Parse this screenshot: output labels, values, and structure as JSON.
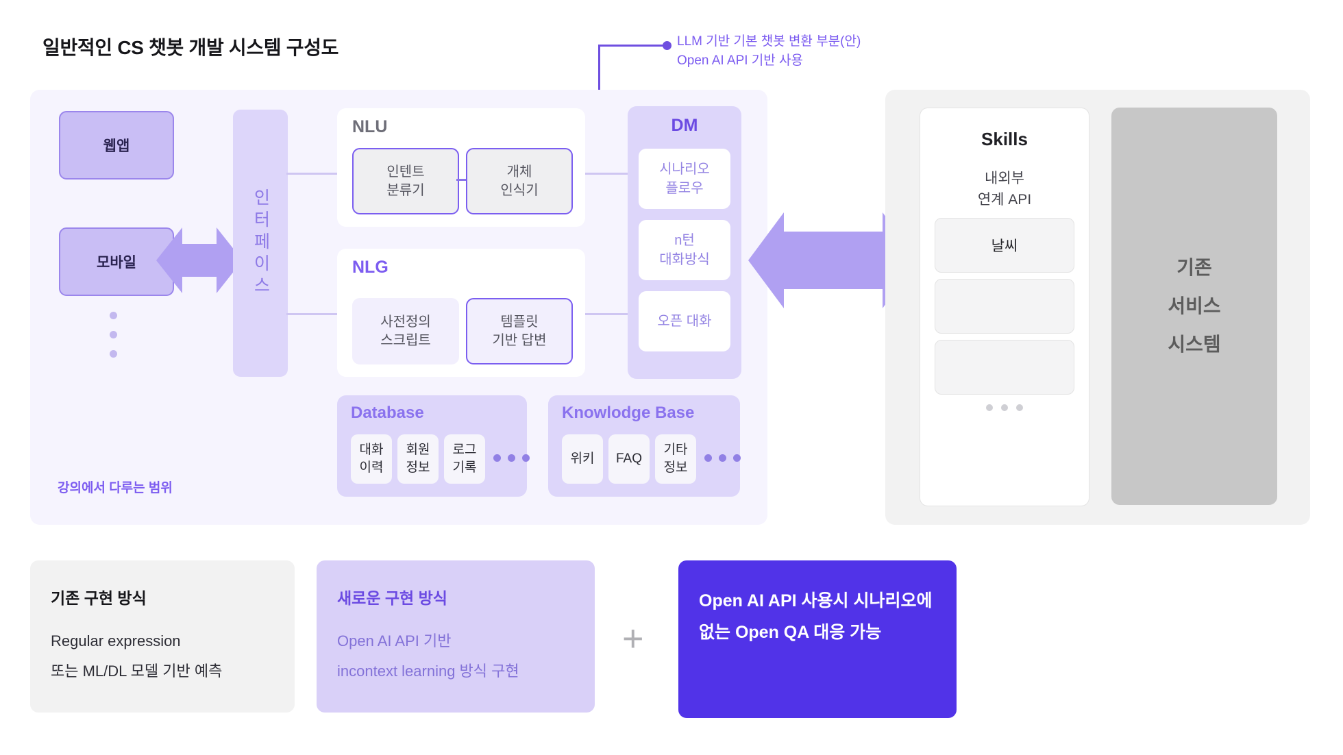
{
  "title": "일반적인 CS 챗봇 개발 시스템 구성도",
  "callout": {
    "text": "LLM 기반 기본 챗봇 변환 부분(안)\nOpen AI API 기반 사용",
    "accent": "#6f4fe0"
  },
  "scope": {
    "label": "강의에서 다루는 범위"
  },
  "clients": {
    "items": [
      {
        "label": "웹앱"
      },
      {
        "label": "모바일"
      }
    ],
    "more": "…"
  },
  "interface": {
    "label": "인터페이스"
  },
  "nlu": {
    "title": "NLU",
    "units": [
      {
        "label": "인텐트\n분류기"
      },
      {
        "label": "개체\n인식기"
      }
    ]
  },
  "nlg": {
    "title": "NLG",
    "units": [
      {
        "label": "사전정의\n스크립트"
      },
      {
        "label": "템플릿\n기반 답변"
      }
    ]
  },
  "dm": {
    "title": "DM",
    "items": [
      {
        "label": "시나리오\n플로우"
      },
      {
        "label": "n턴\n대화방식"
      },
      {
        "label": "오픈 대화"
      }
    ]
  },
  "database": {
    "title": "Database",
    "chips": [
      {
        "label": "대화\n이력"
      },
      {
        "label": "회원\n정보"
      },
      {
        "label": "로그\n기록"
      }
    ],
    "more": "…"
  },
  "knowledge_base": {
    "title": "Knowlodge Base",
    "chips": [
      {
        "label": "위키"
      },
      {
        "label": "FAQ"
      },
      {
        "label": "기타\n정보"
      }
    ],
    "more": "…"
  },
  "skills": {
    "title": "Skills",
    "subtitle": "내외부\n연계 API",
    "slots": [
      {
        "label": "날씨"
      },
      {
        "label": ""
      },
      {
        "label": ""
      }
    ],
    "more": "…"
  },
  "legacy": {
    "label": "기존\n서비스\n시스템"
  },
  "legend": {
    "plus": "+",
    "cards": [
      {
        "title": "기존 구현 방식",
        "body": "Regular expression\n또는 ML/DL 모델 기반 예측"
      },
      {
        "title": "새로운 구현 방식",
        "body": "Open AI API 기반\nincontext learning 방식 구현"
      },
      {
        "title": "Open AI API 사용시\n시나리오에 없는\nOpen QA 대응 가능",
        "body": ""
      }
    ]
  },
  "colors": {
    "accent_purple": "#7c5cf0",
    "deep_purple": "#5133e8",
    "light_lilac": "#ddd6fa",
    "panel_lilac": "#f6f4fe",
    "client_fill": "#c9bef5",
    "gray_panel": "#f2f2f2",
    "legacy_gray": "#c7c7c7"
  }
}
